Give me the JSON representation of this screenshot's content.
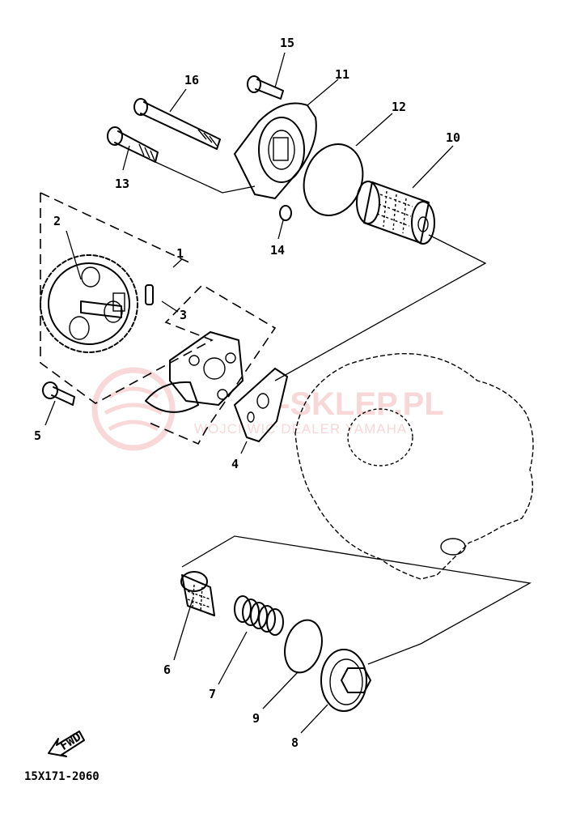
{
  "callouts": {
    "c1": "1",
    "c2": "2",
    "c3": "3",
    "c4": "4",
    "c5": "5",
    "c6": "6",
    "c7": "7",
    "c8": "8",
    "c9": "9",
    "c10": "10",
    "c11": "11",
    "c12": "12",
    "c13": "13",
    "c14": "14",
    "c15": "15",
    "c16": "16"
  },
  "fwd_label": "FWD",
  "diagram_code": "15X171-2060",
  "watermark": {
    "main": "-SKLEP.PL",
    "sub": "WOJCI    WIC    DEALER YAMAHA"
  }
}
